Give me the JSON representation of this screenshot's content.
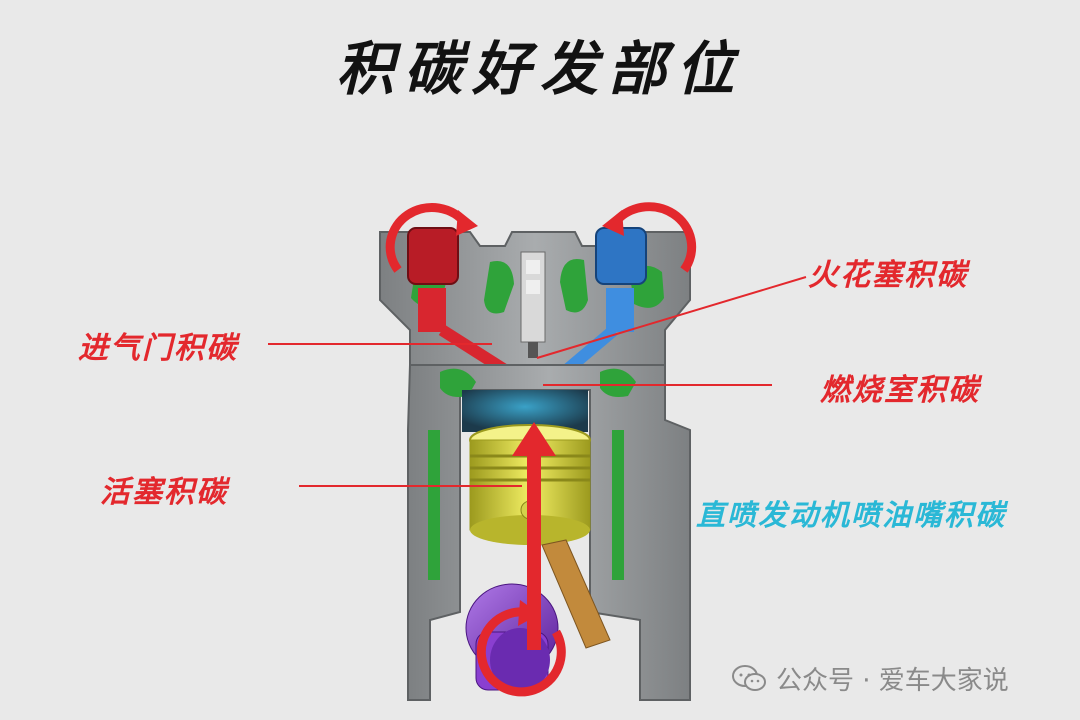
{
  "title": "积碳好发部位",
  "labels": {
    "intake_valve": "进气门积碳",
    "spark_plug": "火花塞积碳",
    "combustion_chamber": "燃烧室积碳",
    "piston": "活塞积碳",
    "injector": "直喷发动机喷油嘴积碳"
  },
  "watermark": {
    "text": "公众号 · 爱车大家说",
    "icon": "wechat-icon"
  },
  "colors": {
    "label_red": "#e3282d",
    "label_cyan": "#2ab8d6",
    "intake_valve": "#c0202a",
    "exhaust_valve": "#2f7fd0",
    "piston": "#e3e04a",
    "crank": "#8a3fd0",
    "coolant": "#2fa33a",
    "block": "#8f9294"
  }
}
